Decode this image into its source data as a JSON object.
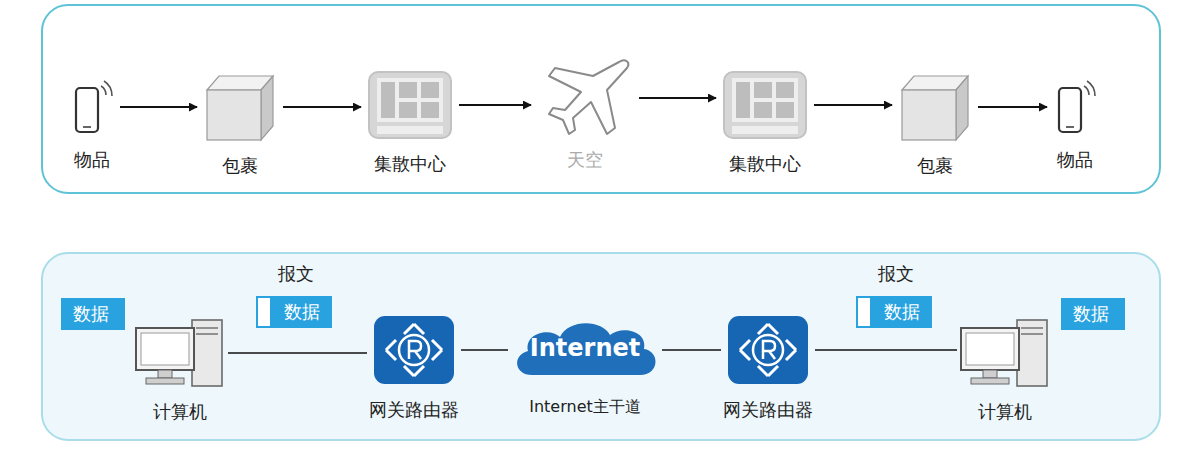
{
  "diagram": {
    "nodes": [
      {
        "text": [
          "物品"
        ]
      },
      {
        "text": [
          "包裹"
        ]
      },
      {
        "text": [
          "集散中心"
        ]
      },
      {
        "text": [
          "天空"
        ]
      },
      {
        "text": [
          "集散中心"
        ]
      },
      {
        "text": [
          "包裹"
        ]
      },
      {
        "text": [
          "物品"
        ]
      },
      {
        "text": [
          "数据"
        ]
      },
      {
        "text": [
          "报文",
          "数据"
        ]
      },
      {
        "text": [
          "报文",
          "数据"
        ]
      },
      {
        "text": [
          "数据"
        ]
      },
      {
        "text": [
          "计算机"
        ]
      },
      {
        "text": [
          "网关路由器"
        ]
      },
      {
        "text": [
          "Internet",
          "Internet主干道"
        ]
      },
      {
        "text": [
          "网关路由器"
        ]
      },
      {
        "text": [
          "计算机"
        ]
      }
    ],
    "edges": [
      {
        "from": 0,
        "to": 1,
        "arrow": "to"
      },
      {
        "from": 1,
        "to": 2,
        "arrow": "to"
      },
      {
        "from": 2,
        "to": 3,
        "arrow": "to"
      },
      {
        "from": 3,
        "to": 4,
        "arrow": "to"
      },
      {
        "from": 4,
        "to": 5,
        "arrow": "to"
      },
      {
        "from": 5,
        "to": 6,
        "arrow": "to"
      },
      {
        "from": 11,
        "to": 12,
        "arrow": "none"
      },
      {
        "from": 12,
        "to": 13,
        "arrow": "none"
      },
      {
        "from": 13,
        "to": 14,
        "arrow": "none"
      },
      {
        "from": 14,
        "to": 15,
        "arrow": "none"
      }
    ]
  }
}
